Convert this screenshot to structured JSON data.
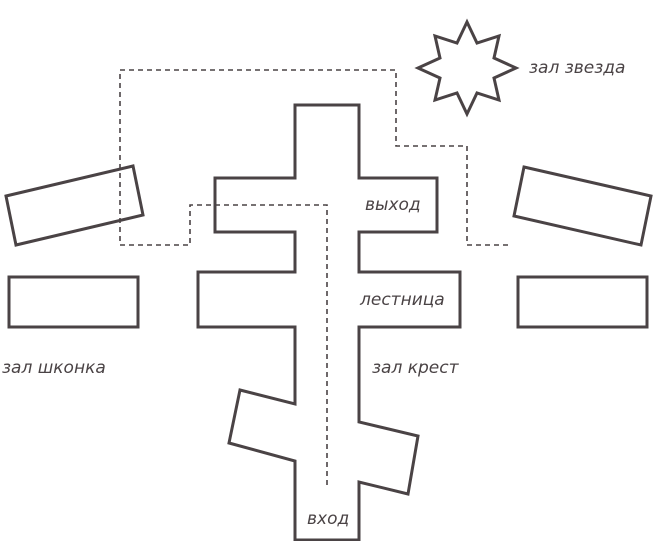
{
  "labels": {
    "star_hall": "зал звезда",
    "exit": "выход",
    "stairs": "лестница",
    "cross_hall": "зал крест",
    "shkonka_hall": "зал шконка",
    "entrance": "вход"
  },
  "colors": {
    "stroke": "#4a4345",
    "background": "#ffffff"
  }
}
